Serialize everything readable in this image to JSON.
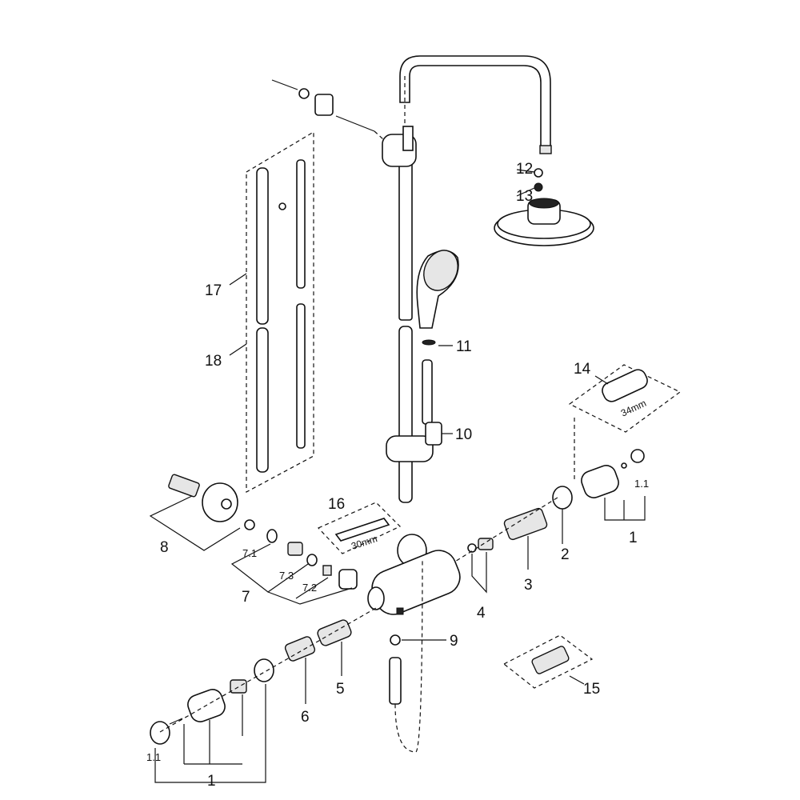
{
  "diagram": {
    "type": "exploded-parts-diagram",
    "labels": {
      "p12": "12",
      "p13": "13",
      "p11": "11",
      "p10": "10",
      "p14": "14",
      "p14_dim": "34mm",
      "p17": "17",
      "p18": "18",
      "p16": "16",
      "p16_dim": "30mm",
      "p8": "8",
      "p7_1": "7.1",
      "p7_3": "7.3",
      "p7_2": "7.2",
      "p7": "7",
      "p1_1_right": "1.1",
      "p1_right": "1",
      "p2": "2",
      "p3": "3",
      "p4": "4",
      "p9": "9",
      "p5": "5",
      "p6": "6",
      "p15": "15",
      "p1_1_left": "1.1",
      "p1_left": "1"
    }
  }
}
